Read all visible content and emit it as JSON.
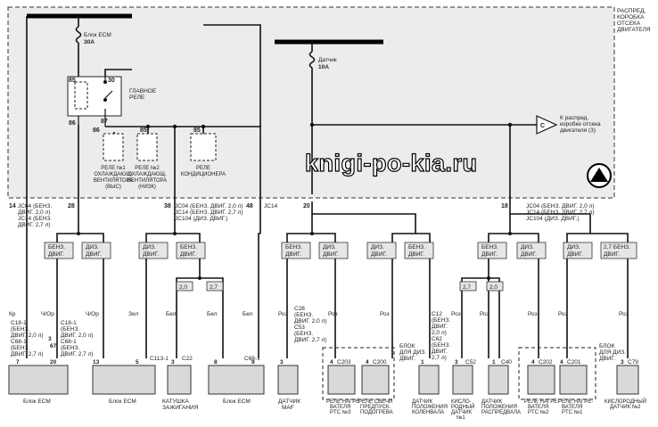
{
  "header": {
    "box_label": [
      "РАСПРЕД.",
      "КОРОБКА",
      "ОТСЕКА",
      "ДВИГАТЕЛЯ"
    ]
  },
  "fuses": {
    "ecm": {
      "line1": "Блок ECM",
      "line2": "30A"
    },
    "sensor": {
      "line1": "Датчик",
      "line2": "10A"
    }
  },
  "main_relay": {
    "label": [
      "ГЛАВНОЕ",
      "РЕЛЕ"
    ],
    "pins": [
      "85",
      "30",
      "86",
      "87"
    ]
  },
  "pins_top": [
    "86",
    "85",
    "85"
  ],
  "relays": [
    {
      "label": [
        "РЕЛЕ №1",
        "ОХЛАЖДАЮЩ.",
        "ВЕНТИЛЯТОРА",
        "(ВЫС)"
      ]
    },
    {
      "label": [
        "РЕЛЕ №2",
        "ОХЛАЖДАЮЩ.",
        "ВЕНТИЛЯТОРА",
        "(НИЗК)"
      ]
    },
    {
      "label": [
        "РЕЛЕ",
        "КОНДИЦИОНЕРА"
      ]
    }
  ],
  "connector_ref": {
    "letter": "C",
    "label": [
      "К распред.",
      "коробке отсека",
      "двигателя (3)"
    ]
  },
  "watermark": "knigi-po-kia.ru",
  "terminals": {
    "t14": "14",
    "t28": "28",
    "t38": "38",
    "t48": "48",
    "t20": "20",
    "t18": "18"
  },
  "jc_left": {
    "a": [
      "JC04 (БЕНЗ.",
      "ДВИГ. 2,0 л)",
      "JC14 (БЕНЗ.",
      "ДВИГ. 2,7 л)"
    ],
    "b": "JC14"
  },
  "jc_mid": [
    "JC04 (БЕНЗ. ДВИГ. 2,0 л)",
    "JC14 (БЕНЗ. ДВИГ. 2,7 л)",
    "JC104 (ДИЗ. ДВИГ.)"
  ],
  "jc_right": [
    "JC04 (БЕНЗ. ДВИГ. 2,0 л)",
    "JC14 (БЕНЗ. ДВИГ. 2,7 л)",
    "JC104 (ДИЗ. ДВИГ.)"
  ],
  "tags": {
    "benz": [
      "БЕНЗ.",
      "ДВИГ."
    ],
    "diz": [
      "ДИЗ.",
      "ДВИГ."
    ],
    "benz27": [
      "2,7 БЕНЗ.",
      "ДВИГ."
    ],
    "v20": "2,0",
    "v27": "2,7"
  },
  "wires": {
    "kr": "Кр",
    "chor": "Ч/Ор",
    "zel": "Зел",
    "bel": "Бел",
    "roz": "Роз"
  },
  "conn_left": {
    "a": [
      "C18-1",
      "(БЕНЗ.",
      "ДВИГ. 2,0 л)",
      "C68-1",
      "(БЕНЗ.",
      "ДВИГ. 2,7 л)"
    ],
    "b": [
      "C18-1",
      "(БЕНЗ.",
      "ДВИГ. 2,0 л)",
      "C68-1",
      "(БЕНЗ.",
      "ДВИГ. 2,7 л)"
    ],
    "c": "C113-1",
    "d": "C22",
    "e": "C68-1"
  },
  "conn_maf": [
    "C28",
    "(БЕНЗ.",
    "ДВИГ. 2,0 л)",
    "C53",
    "(БЕНЗ.",
    "ДВИГ. 2,7 л)"
  ],
  "conn_mid": {
    "c203": "C203",
    "c200": "C200",
    "c12": [
      "C12",
      "(БЕНЗ.",
      "ДВИГ.",
      "2,0 л)",
      "C62",
      "(БЕНЗ.",
      "ДВИГ.",
      "2,7 л)"
    ],
    "c52": "C52",
    "c40": "C40",
    "c202": "C202",
    "c201": "C201",
    "c79": "C79"
  },
  "diesel_block": [
    "БЛОК",
    "ДЛЯ ДИЗ.",
    "ДВИГ."
  ],
  "pin_numbers": {
    "p7": "7",
    "p3": "3",
    "p67": "67",
    "p20": "20",
    "p13": "13",
    "p5": "5",
    "p3b": "3",
    "p8": "8",
    "p9": "9",
    "p3m": "3",
    "p4a": "4",
    "p4b": "4",
    "p1": "1",
    "p3n": "3",
    "p1b": "1",
    "p4c": "4",
    "p4d": "4",
    "p3r": "3"
  },
  "components": {
    "ecm1": "Блок ECM",
    "ecm2": "Блок ECM",
    "coil": [
      "КАТУШКА",
      "ЗАЖИГАНИЯ"
    ],
    "ecm3": "Блок ECM",
    "maf": [
      "ДАТЧИК",
      "MAF"
    ],
    "ptc3": [
      "РЕЛЕ НАГРЕ-",
      "ВАТЕЛЯ",
      "PTC №3"
    ],
    "glow": [
      "РЕЛЕ СВЕЧИ",
      "ПРЕДПУСК.",
      "ПОДОГРЕВА"
    ],
    "crank": [
      "ДАТЧИК",
      "ПОЛОЖЕНИЯ",
      "КОЛЕНВАЛА"
    ],
    "o2_1": [
      "КИСЛО-",
      "РОДНЫЙ",
      "ДАТЧИК",
      "№1"
    ],
    "cam": [
      "ДАТЧИК",
      "ПОЛОЖЕНИЯ",
      "РАСПРЕДВАЛА"
    ],
    "ptc2": [
      "РЕЛЕ НАГРЕ-",
      "ВАТЕЛЯ",
      "PTC №2"
    ],
    "ptc1": [
      "РЕЛЕ НАГРЕ-",
      "ВАТЕЛЯ",
      "PTC №1"
    ],
    "o2_2": [
      "КИСЛОРОДНЫЙ",
      "ДАТЧИК №2"
    ]
  }
}
